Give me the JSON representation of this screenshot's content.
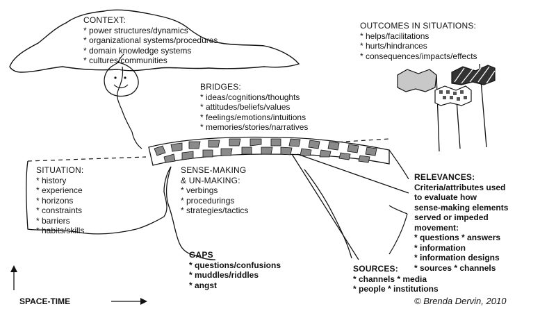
{
  "context": {
    "heading": "CONTEXT:",
    "items": [
      "* power structures/dynamics",
      "* organizational systems/procedures",
      "* domain knowledge systems",
      "* cultures/communities"
    ]
  },
  "outcomes": {
    "heading": "OUTCOMES IN SITUATIONS:",
    "items": [
      "* helps/facilitations",
      "* hurts/hindrances",
      "* consequences/impacts/effects"
    ]
  },
  "bridges": {
    "heading": "BRIDGES:",
    "items": [
      "* ideas/cognitions/thoughts",
      "* attitudes/beliefs/values",
      "* feelings/emotions/intuitions",
      "* memories/stories/narratives"
    ]
  },
  "situation": {
    "heading": "SITUATION:",
    "items": [
      "* history",
      "* experience",
      "* horizons",
      "* constraints",
      "* barriers",
      "* habits/skills"
    ]
  },
  "sense_making": {
    "heading_line1": "SENSE-MAKING",
    "heading_line2": "& UN-MAKING:",
    "items": [
      "* verbings",
      "* procedurings",
      "* strategies/tactics"
    ]
  },
  "relevances": {
    "heading": "RELEVANCES:",
    "lines": [
      "Criteria/attributes used",
      "to evaluate how",
      "sense-making elements",
      "served or impeded",
      "movement:"
    ],
    "items": [
      "* questions  * answers",
      "* information",
      "* information designs",
      "* sources * channels"
    ]
  },
  "gaps": {
    "heading": "GAPS",
    "items": [
      "* questions/confusions",
      "* muddles/riddles",
      "* angst"
    ]
  },
  "sources": {
    "heading": "SOURCES:",
    "items": [
      "* channels  * media",
      "* people  * institutions"
    ]
  },
  "axis_label": "SPACE-TIME",
  "copyright": "© Brenda Dervin, 2010"
}
